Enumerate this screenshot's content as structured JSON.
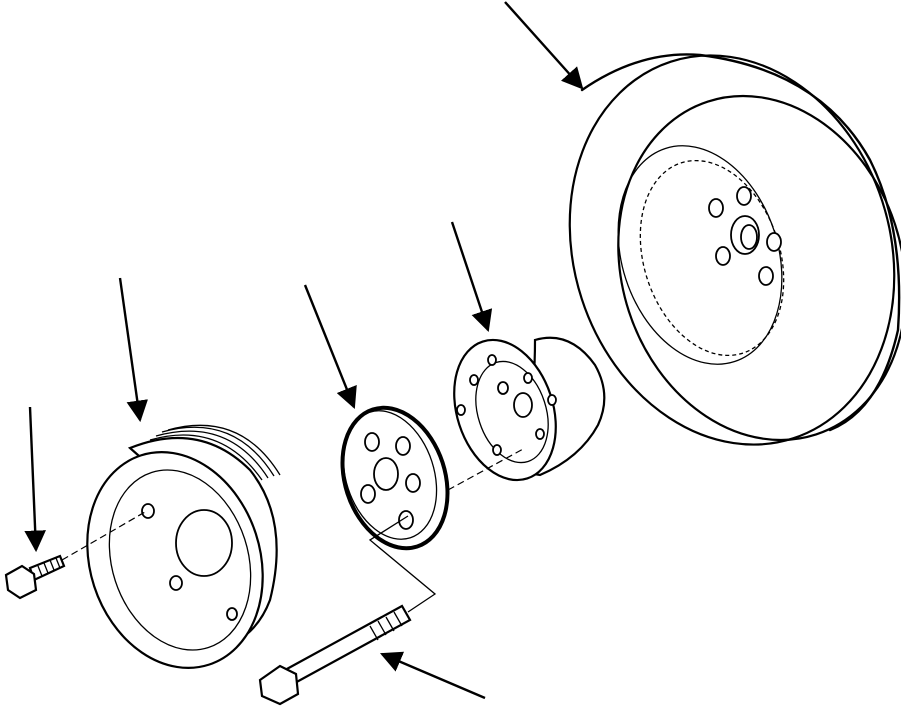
{
  "diagram": {
    "parts": [
      {
        "id": "vibration-damper",
        "icon": "damper-wheel-icon"
      },
      {
        "id": "hub",
        "icon": "hub-icon"
      },
      {
        "id": "spacer-plate",
        "icon": "spacer-plate-icon"
      },
      {
        "id": "pulley",
        "icon": "pulley-icon"
      },
      {
        "id": "short-bolt",
        "icon": "bolt-icon"
      },
      {
        "id": "long-bolt",
        "icon": "bolt-icon"
      }
    ],
    "callout_count": 6,
    "line_color": "#000000",
    "background": "#ffffff"
  }
}
